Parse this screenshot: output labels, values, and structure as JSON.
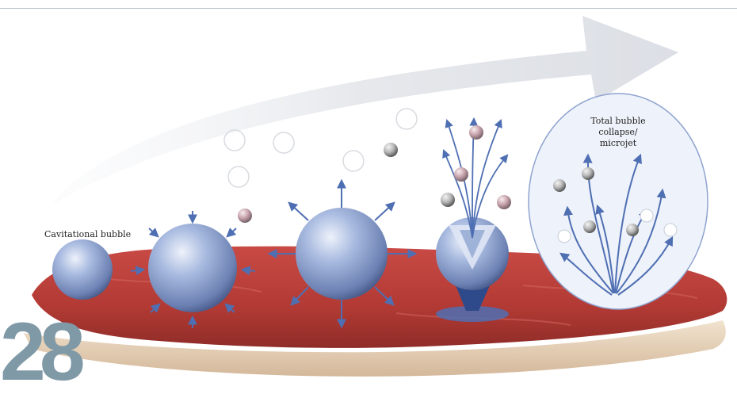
{
  "labels": {
    "cavitational_bubble": "Cavitational bubble",
    "collapse_line1": "Total bubble",
    "collapse_line2": "collapse/",
    "collapse_line3": "microjet"
  },
  "page_number": "28",
  "colors": {
    "background": "#ffffff",
    "arrow": "#e7e9ee",
    "bubble": "#9fb2d8",
    "bubble_dark": "#3e4f7e",
    "meat": "#b9413a",
    "fat": "#e9d8c2",
    "arrow_lines": "#4f6fb3",
    "page_number": "#7f99a6",
    "collapse_panel": "#eef2fa"
  },
  "icons": {
    "stages": [
      "cavitational-bubble",
      "compressing-bubble",
      "expanding-bubble",
      "imploding-bubble",
      "microjet-collapse"
    ]
  }
}
